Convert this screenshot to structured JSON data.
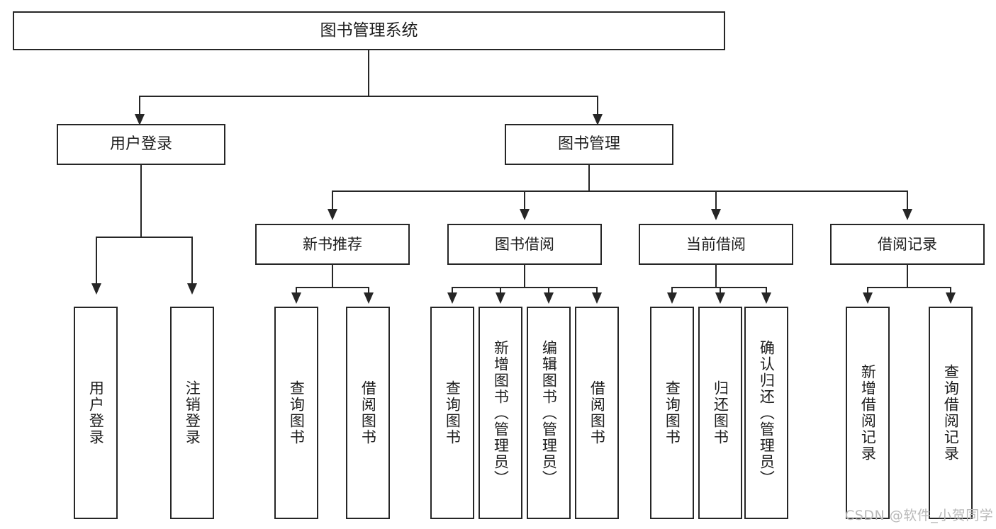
{
  "diagram": {
    "title": "图书管理系统",
    "root": {
      "label": "图书管理系统"
    },
    "level1": [
      {
        "label": "用户登录"
      },
      {
        "label": "图书管理"
      }
    ],
    "level2": [
      {
        "label": "新书推荐"
      },
      {
        "label": "图书借阅"
      },
      {
        "label": "当前借阅"
      },
      {
        "label": "借阅记录"
      }
    ],
    "leaves": [
      {
        "label": "用户登录"
      },
      {
        "label": "注销登录"
      },
      {
        "label": "查询图书"
      },
      {
        "label": "借阅图书"
      },
      {
        "label": "查询图书"
      },
      {
        "label": "新增图书（管理员）"
      },
      {
        "label": "编辑图书（管理员）"
      },
      {
        "label": "借阅图书"
      },
      {
        "label": "查询图书"
      },
      {
        "label": "归还图书"
      },
      {
        "label": "确认归还（管理员）"
      },
      {
        "label": "新增借阅记录"
      },
      {
        "label": "查询借阅记录"
      }
    ]
  },
  "watermark": {
    "text": "CSDN @软件_小贺同学"
  },
  "colors": {
    "stroke": "#262626",
    "text": "#1d1d1d",
    "background": "#ffffff",
    "watermark": "#b9b9b9"
  }
}
